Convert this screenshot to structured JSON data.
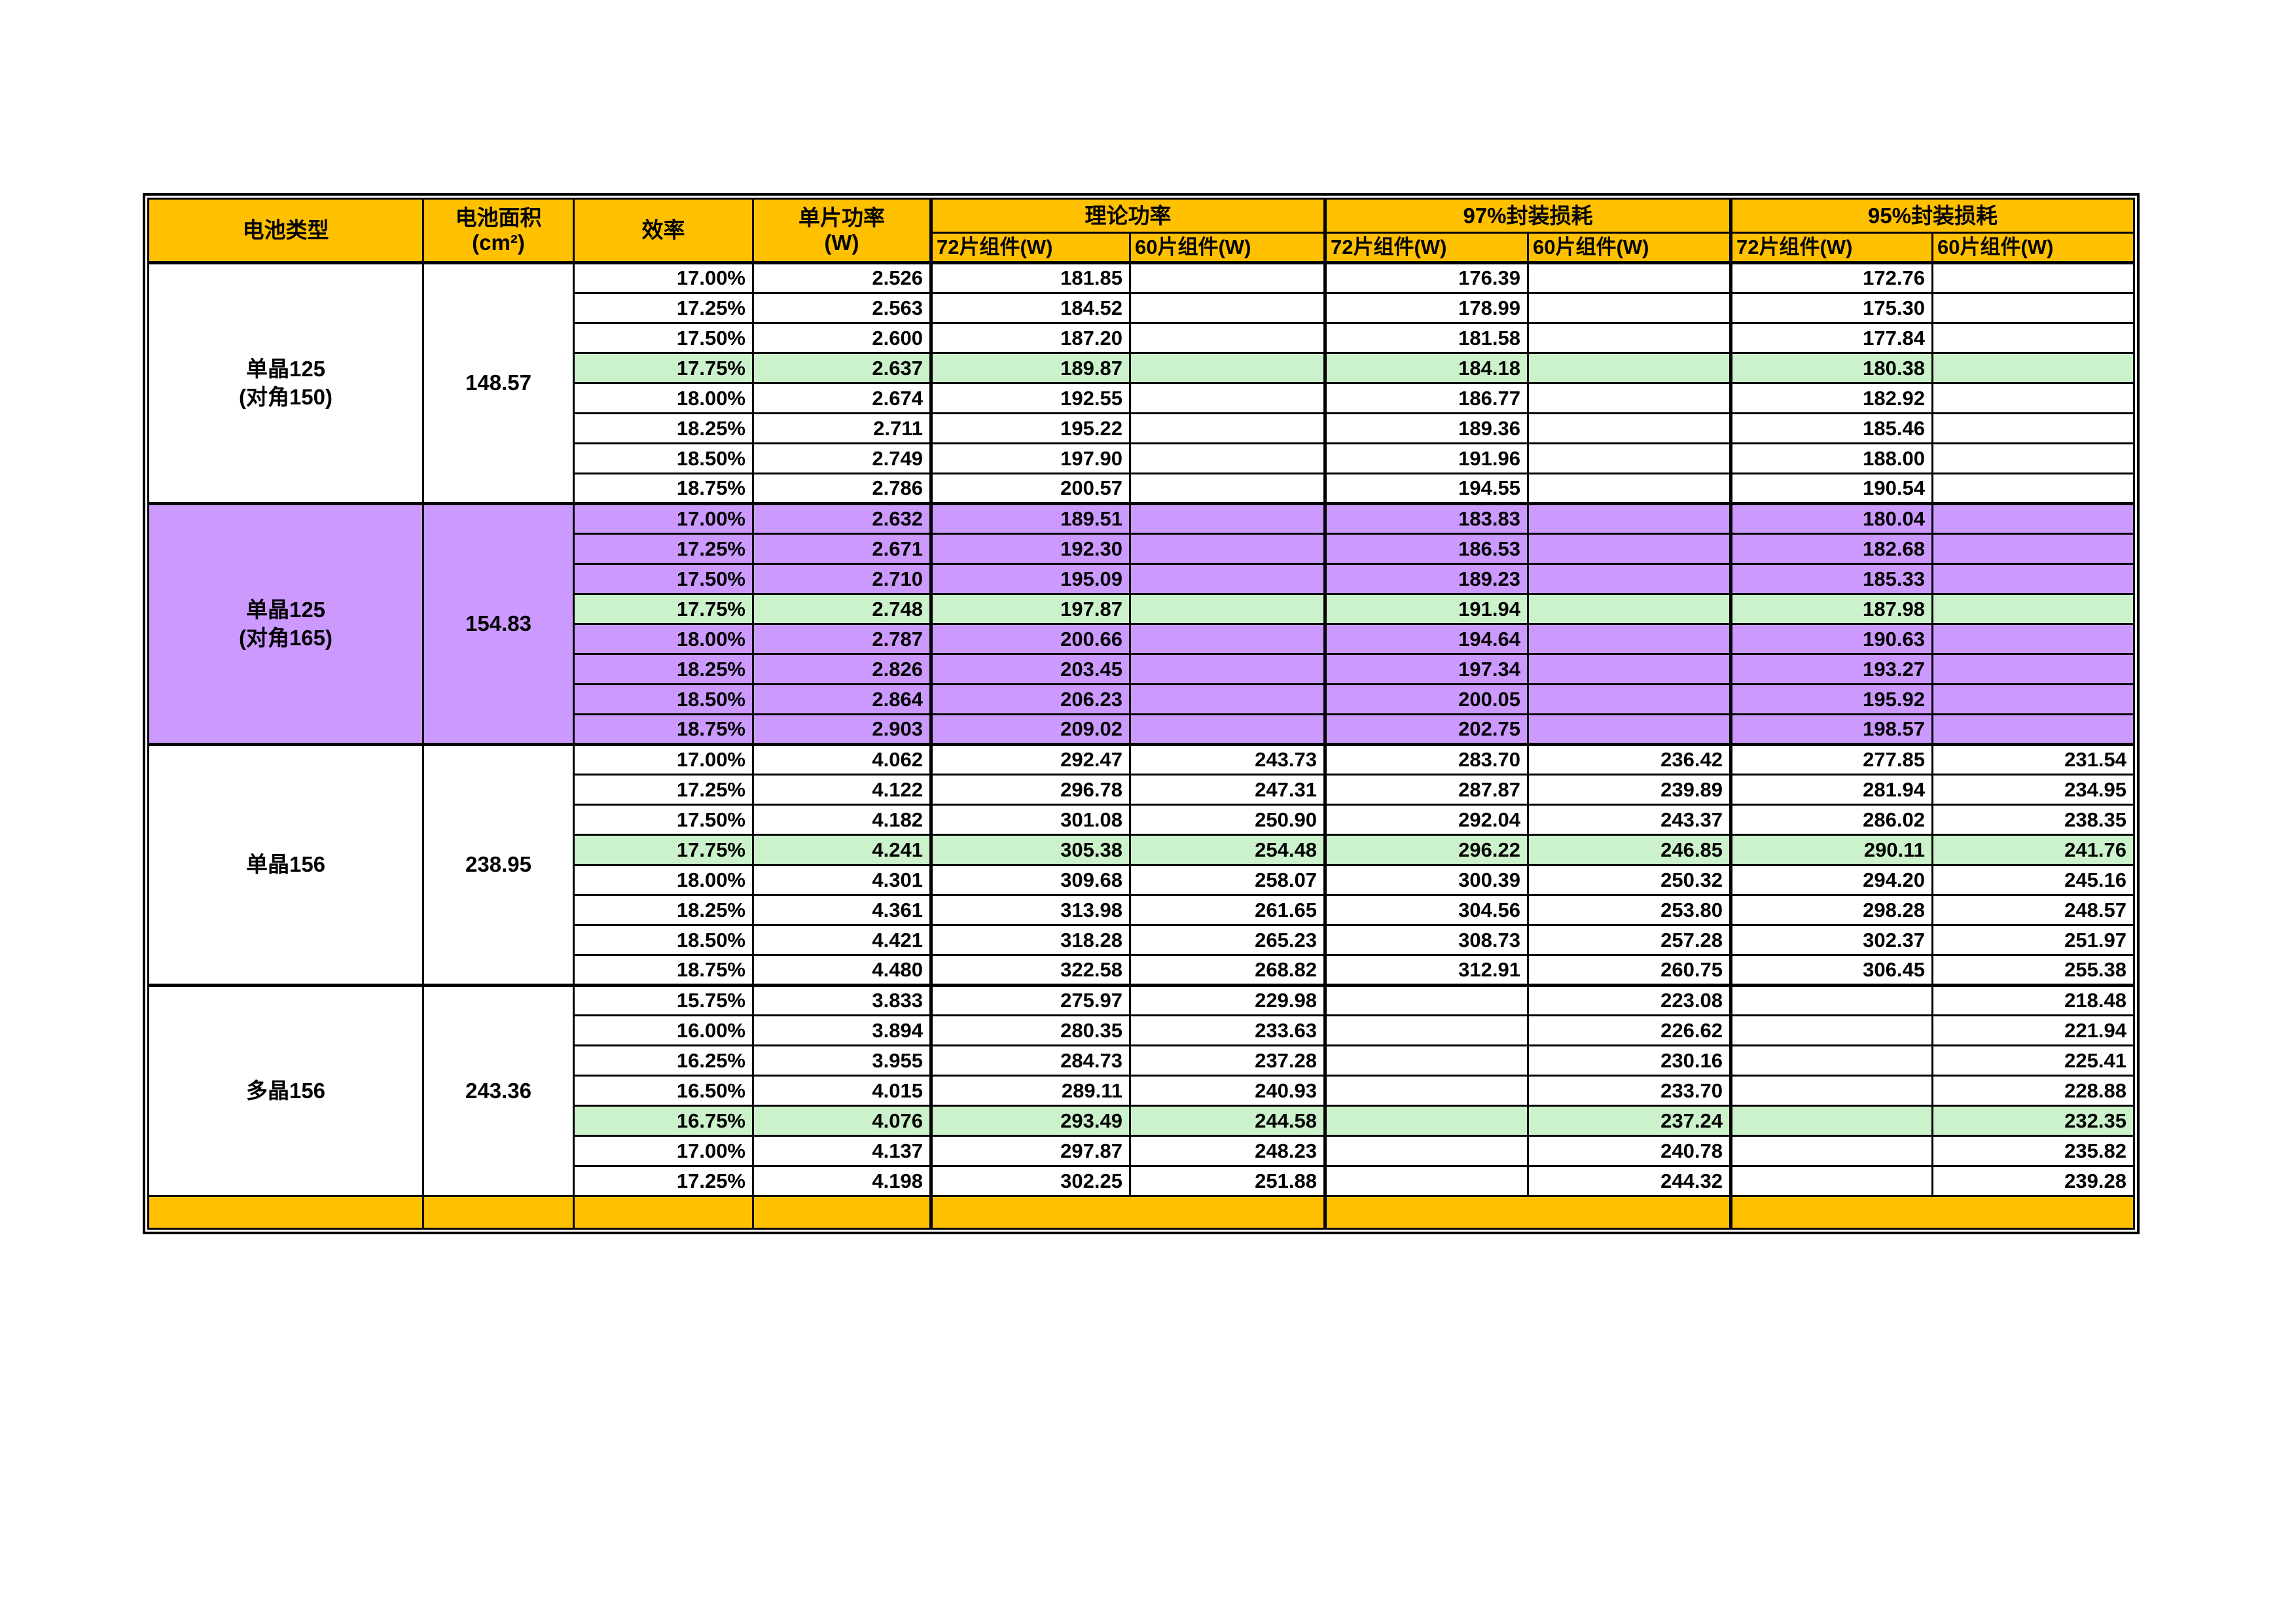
{
  "table": {
    "header": {
      "cell_type": "电池类型",
      "cell_area": "电池面积\n(cm²)",
      "efficiency": "效率",
      "single_power": "单片功率\n(W)",
      "theoretical": "理论功率",
      "loss97": "97%封装损耗",
      "loss95": "95%封装损耗",
      "sub72": "72片组件(W)",
      "sub60": "60片组件(W)"
    },
    "colors": {
      "header_bg": "#FFC000",
      "group_purple": "#CC99FF",
      "row_highlight": "#CCF2CC",
      "border": "#000000"
    },
    "groups": [
      {
        "type": "单晶125\n(对角150)",
        "area": "148.57",
        "purple": false,
        "rows": [
          {
            "eff": "17.00%",
            "w": "2.526",
            "t72": "181.85",
            "t60": "",
            "p97_72": "176.39",
            "p97_60": "",
            "p95_72": "172.76",
            "p95_60": "",
            "hl": false
          },
          {
            "eff": "17.25%",
            "w": "2.563",
            "t72": "184.52",
            "t60": "",
            "p97_72": "178.99",
            "p97_60": "",
            "p95_72": "175.30",
            "p95_60": "",
            "hl": false
          },
          {
            "eff": "17.50%",
            "w": "2.600",
            "t72": "187.20",
            "t60": "",
            "p97_72": "181.58",
            "p97_60": "",
            "p95_72": "177.84",
            "p95_60": "",
            "hl": false
          },
          {
            "eff": "17.75%",
            "w": "2.637",
            "t72": "189.87",
            "t60": "",
            "p97_72": "184.18",
            "p97_60": "",
            "p95_72": "180.38",
            "p95_60": "",
            "hl": true
          },
          {
            "eff": "18.00%",
            "w": "2.674",
            "t72": "192.55",
            "t60": "",
            "p97_72": "186.77",
            "p97_60": "",
            "p95_72": "182.92",
            "p95_60": "",
            "hl": false
          },
          {
            "eff": "18.25%",
            "w": "2.711",
            "t72": "195.22",
            "t60": "",
            "p97_72": "189.36",
            "p97_60": "",
            "p95_72": "185.46",
            "p95_60": "",
            "hl": false
          },
          {
            "eff": "18.50%",
            "w": "2.749",
            "t72": "197.90",
            "t60": "",
            "p97_72": "191.96",
            "p97_60": "",
            "p95_72": "188.00",
            "p95_60": "",
            "hl": false
          },
          {
            "eff": "18.75%",
            "w": "2.786",
            "t72": "200.57",
            "t60": "",
            "p97_72": "194.55",
            "p97_60": "",
            "p95_72": "190.54",
            "p95_60": "",
            "hl": false
          }
        ]
      },
      {
        "type": "单晶125\n(对角165)",
        "area": "154.83",
        "purple": true,
        "rows": [
          {
            "eff": "17.00%",
            "w": "2.632",
            "t72": "189.51",
            "t60": "",
            "p97_72": "183.83",
            "p97_60": "",
            "p95_72": "180.04",
            "p95_60": "",
            "hl": false
          },
          {
            "eff": "17.25%",
            "w": "2.671",
            "t72": "192.30",
            "t60": "",
            "p97_72": "186.53",
            "p97_60": "",
            "p95_72": "182.68",
            "p95_60": "",
            "hl": false
          },
          {
            "eff": "17.50%",
            "w": "2.710",
            "t72": "195.09",
            "t60": "",
            "p97_72": "189.23",
            "p97_60": "",
            "p95_72": "185.33",
            "p95_60": "",
            "hl": false
          },
          {
            "eff": "17.75%",
            "w": "2.748",
            "t72": "197.87",
            "t60": "",
            "p97_72": "191.94",
            "p97_60": "",
            "p95_72": "187.98",
            "p95_60": "",
            "hl": true
          },
          {
            "eff": "18.00%",
            "w": "2.787",
            "t72": "200.66",
            "t60": "",
            "p97_72": "194.64",
            "p97_60": "",
            "p95_72": "190.63",
            "p95_60": "",
            "hl": false
          },
          {
            "eff": "18.25%",
            "w": "2.826",
            "t72": "203.45",
            "t60": "",
            "p97_72": "197.34",
            "p97_60": "",
            "p95_72": "193.27",
            "p95_60": "",
            "hl": false
          },
          {
            "eff": "18.50%",
            "w": "2.864",
            "t72": "206.23",
            "t60": "",
            "p97_72": "200.05",
            "p97_60": "",
            "p95_72": "195.92",
            "p95_60": "",
            "hl": false
          },
          {
            "eff": "18.75%",
            "w": "2.903",
            "t72": "209.02",
            "t60": "",
            "p97_72": "202.75",
            "p97_60": "",
            "p95_72": "198.57",
            "p95_60": "",
            "hl": false
          }
        ]
      },
      {
        "type": "单晶156",
        "area": "238.95",
        "purple": false,
        "rows": [
          {
            "eff": "17.00%",
            "w": "4.062",
            "t72": "292.47",
            "t60": "243.73",
            "p97_72": "283.70",
            "p97_60": "236.42",
            "p95_72": "277.85",
            "p95_60": "231.54",
            "hl": false
          },
          {
            "eff": "17.25%",
            "w": "4.122",
            "t72": "296.78",
            "t60": "247.31",
            "p97_72": "287.87",
            "p97_60": "239.89",
            "p95_72": "281.94",
            "p95_60": "234.95",
            "hl": false
          },
          {
            "eff": "17.50%",
            "w": "4.182",
            "t72": "301.08",
            "t60": "250.90",
            "p97_72": "292.04",
            "p97_60": "243.37",
            "p95_72": "286.02",
            "p95_60": "238.35",
            "hl": false
          },
          {
            "eff": "17.75%",
            "w": "4.241",
            "t72": "305.38",
            "t60": "254.48",
            "p97_72": "296.22",
            "p97_60": "246.85",
            "p95_72": "290.11",
            "p95_60": "241.76",
            "hl": true
          },
          {
            "eff": "18.00%",
            "w": "4.301",
            "t72": "309.68",
            "t60": "258.07",
            "p97_72": "300.39",
            "p97_60": "250.32",
            "p95_72": "294.20",
            "p95_60": "245.16",
            "hl": false
          },
          {
            "eff": "18.25%",
            "w": "4.361",
            "t72": "313.98",
            "t60": "261.65",
            "p97_72": "304.56",
            "p97_60": "253.80",
            "p95_72": "298.28",
            "p95_60": "248.57",
            "hl": false
          },
          {
            "eff": "18.50%",
            "w": "4.421",
            "t72": "318.28",
            "t60": "265.23",
            "p97_72": "308.73",
            "p97_60": "257.28",
            "p95_72": "302.37",
            "p95_60": "251.97",
            "hl": false
          },
          {
            "eff": "18.75%",
            "w": "4.480",
            "t72": "322.58",
            "t60": "268.82",
            "p97_72": "312.91",
            "p97_60": "260.75",
            "p95_72": "306.45",
            "p95_60": "255.38",
            "hl": false
          }
        ]
      },
      {
        "type": "多晶156",
        "area": "243.36",
        "purple": false,
        "rows": [
          {
            "eff": "15.75%",
            "w": "3.833",
            "t72": "275.97",
            "t60": "229.98",
            "p97_72": "",
            "p97_60": "223.08",
            "p95_72": "",
            "p95_60": "218.48",
            "hl": false
          },
          {
            "eff": "16.00%",
            "w": "3.894",
            "t72": "280.35",
            "t60": "233.63",
            "p97_72": "",
            "p97_60": "226.62",
            "p95_72": "",
            "p95_60": "221.94",
            "hl": false
          },
          {
            "eff": "16.25%",
            "w": "3.955",
            "t72": "284.73",
            "t60": "237.28",
            "p97_72": "",
            "p97_60": "230.16",
            "p95_72": "",
            "p95_60": "225.41",
            "hl": false
          },
          {
            "eff": "16.50%",
            "w": "4.015",
            "t72": "289.11",
            "t60": "240.93",
            "p97_72": "",
            "p97_60": "233.70",
            "p95_72": "",
            "p95_60": "228.88",
            "hl": false
          },
          {
            "eff": "16.75%",
            "w": "4.076",
            "t72": "293.49",
            "t60": "244.58",
            "p97_72": "",
            "p97_60": "237.24",
            "p95_72": "",
            "p95_60": "232.35",
            "hl": true
          },
          {
            "eff": "17.00%",
            "w": "4.137",
            "t72": "297.87",
            "t60": "248.23",
            "p97_72": "",
            "p97_60": "240.78",
            "p95_72": "",
            "p95_60": "235.82",
            "hl": false
          },
          {
            "eff": "17.25%",
            "w": "4.198",
            "t72": "302.25",
            "t60": "251.88",
            "p97_72": "",
            "p97_60": "244.32",
            "p95_72": "",
            "p95_60": "239.28",
            "hl": false
          }
        ]
      }
    ]
  }
}
